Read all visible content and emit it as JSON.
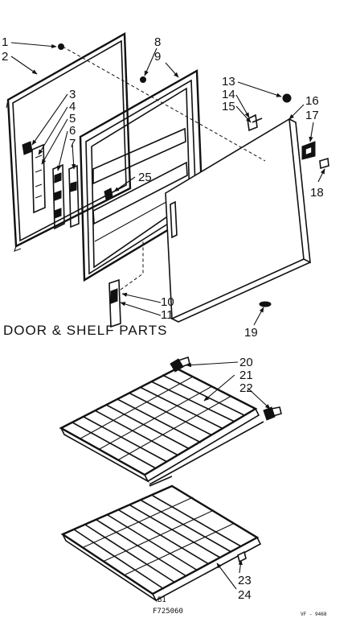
{
  "title": "DOOR & SHELF PARTS",
  "callouts": {
    "c1": "1",
    "c2": "2",
    "c3": "3",
    "c4": "4",
    "c5": "5",
    "c6": "6",
    "c7": "7",
    "c8": "8",
    "c9": "9",
    "c10": "10",
    "c11": "11",
    "c13": "13",
    "c14": "14",
    "c15": "15",
    "c16": "16",
    "c17": "17",
    "c18": "18",
    "c19": "19",
    "c20": "20",
    "c21": "21",
    "c22": "22",
    "c23": "23",
    "c24": "24",
    "c25": "25"
  },
  "footer": {
    "page_code": "B1",
    "model_code": "F725060",
    "drawing_code": "VF - 9468"
  }
}
